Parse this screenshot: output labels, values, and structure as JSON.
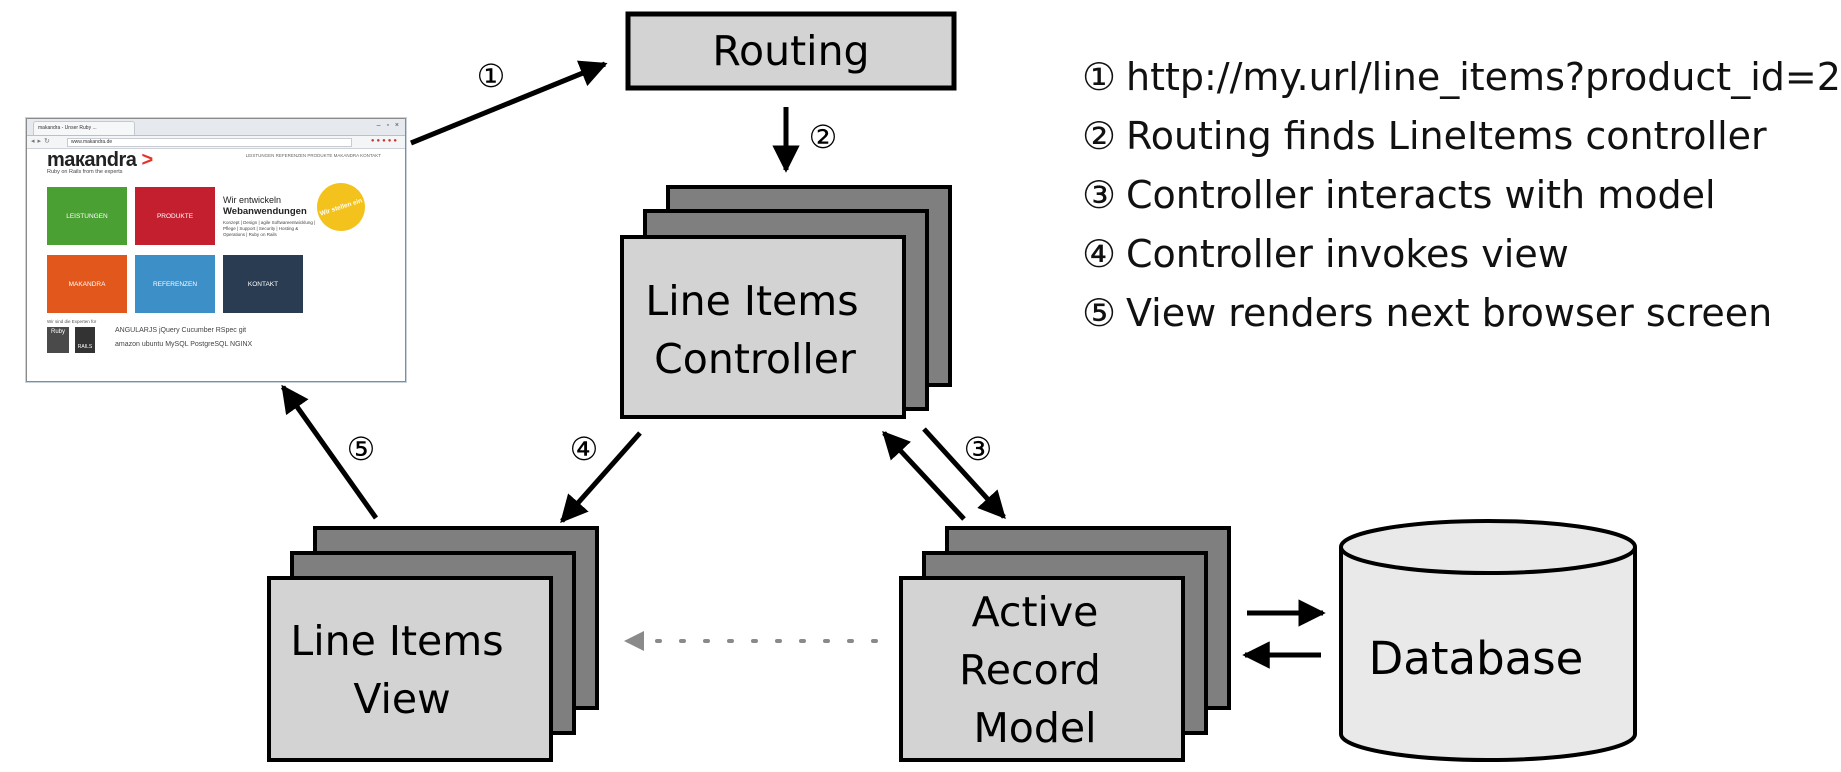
{
  "nodes": {
    "routing": "Routing",
    "controller": [
      "Line Items",
      "Controller"
    ],
    "view": [
      "Line Items",
      "View"
    ],
    "model": [
      "Active",
      "Record",
      "Model"
    ],
    "database": "Database"
  },
  "step_markers": [
    "①",
    "②",
    "③",
    "④",
    "⑤"
  ],
  "legend": [
    {
      "num": "①",
      "text": "http://my.url/line_items?product_id=2"
    },
    {
      "num": "②",
      "text": "Routing finds LineItems controller"
    },
    {
      "num": "③",
      "text": "Controller interacts with model"
    },
    {
      "num": "④",
      "text": "Controller invokes view"
    },
    {
      "num": "⑤",
      "text": "View renders next browser screen"
    }
  ],
  "browser": {
    "tab_title": "makandra - Unser Ruby ...",
    "window_buttons": "– ▫ ×",
    "url": "www.makandra.de",
    "logo_main": "maкandra",
    "logo_mark": ">",
    "tagline": "Ruby on Rails from the experts",
    "topnav": "LEISTUNGEN   REFERENZEN   PRODUKTE   MAKANDRA   KONTAKT",
    "tiles": [
      "LEISTUNGEN",
      "PRODUKTE",
      "MAKANDRA",
      "REFERENZEN",
      "KONTAKT"
    ],
    "headline_1": "Wir entwickeln",
    "headline_2": "Webanwendungen",
    "services": "Konzept | Design | agile Softwareentwicklung | Pflege | Support | Security | Hosting & Operations | Ruby on Rails",
    "badge": "Wir stellen ein",
    "expert_line": "Wir sind die Experten für",
    "tech_row_1": "ANGULARJS  jQuery  Cucumber  RSpec  git",
    "tech_row_2": "amazon  ubuntu  MySQL  PostgreSQL  NGINX",
    "ruby": "Ruby",
    "rails": "RAILS"
  },
  "colors": {
    "box_front": "#d3d3d3",
    "box_back": "#7f7f7f",
    "db_fill": "#e9e9e9",
    "arrow": "#000000",
    "dotted_arrow": "#8a8a8a"
  }
}
